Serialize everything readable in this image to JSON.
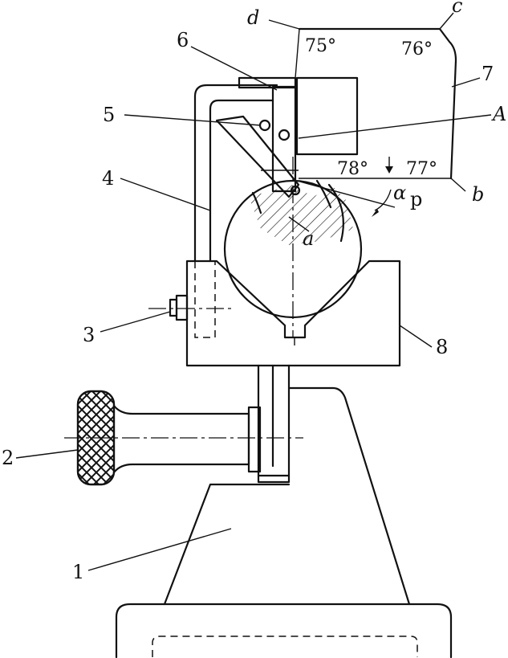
{
  "labels": {
    "part1": "1",
    "part2": "2",
    "part3": "3",
    "part4": "4",
    "part5": "5",
    "part6": "6",
    "part7": "7",
    "part8": "8"
  },
  "letters": {
    "a": "a",
    "b": "b",
    "c": "c",
    "d": "d",
    "A": "A"
  },
  "angles": {
    "d_angle": "75°",
    "c_angle": "76°",
    "inner_angle": "78°",
    "b_angle": "77°",
    "alpha_symbol": "α",
    "alpha_sub": "p"
  }
}
